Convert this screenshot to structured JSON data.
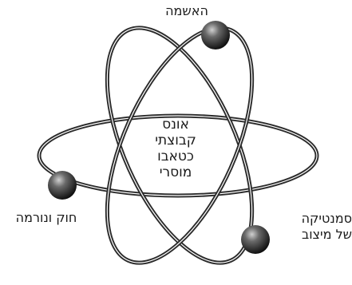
{
  "nodes": {
    "top_label": "האשמה",
    "left_label": "חוק ונורמה",
    "right_label_line1": "סמנטיקה",
    "right_label_line2": "של מיצוב"
  },
  "center": {
    "line1": "אונס",
    "line2": "קבוצתי",
    "line3": "כטאבו",
    "line4": "מוסרי"
  },
  "colors": {
    "orbit_stroke": "#2b2b2b",
    "orbit_highlight": "#ffffff",
    "electron_dark": "#111111",
    "electron_light": "#c8c8c8",
    "text": "#1a1a1a",
    "background": "#ffffff"
  }
}
